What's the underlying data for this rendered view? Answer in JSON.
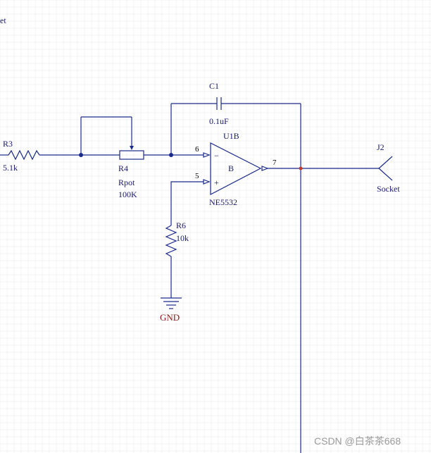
{
  "schematic": {
    "partial_label_top": "et",
    "r3": {
      "ref": "R3",
      "value": "5.1k"
    },
    "r4": {
      "ref": "R4",
      "type": "Rpot",
      "value": "100K"
    },
    "c1": {
      "ref": "C1",
      "value": "0.1uF"
    },
    "u1": {
      "ref": "U1B",
      "unit": "B",
      "part": "NE5532",
      "pin_inv": "6",
      "pin_noninv": "5",
      "pin_out": "7",
      "minus": "−",
      "plus": "+"
    },
    "r6": {
      "ref": "R6",
      "value": "10k"
    },
    "gnd": {
      "label": "GND"
    },
    "j2": {
      "ref": "J2",
      "type": "Socket"
    }
  },
  "watermark": "CSDN @白茶茶668",
  "colors": {
    "wire": "#1a2a8a",
    "grid": "#e8e8e8",
    "gnd_label": "#8b1a1a",
    "junction_out": "#c0392b"
  }
}
